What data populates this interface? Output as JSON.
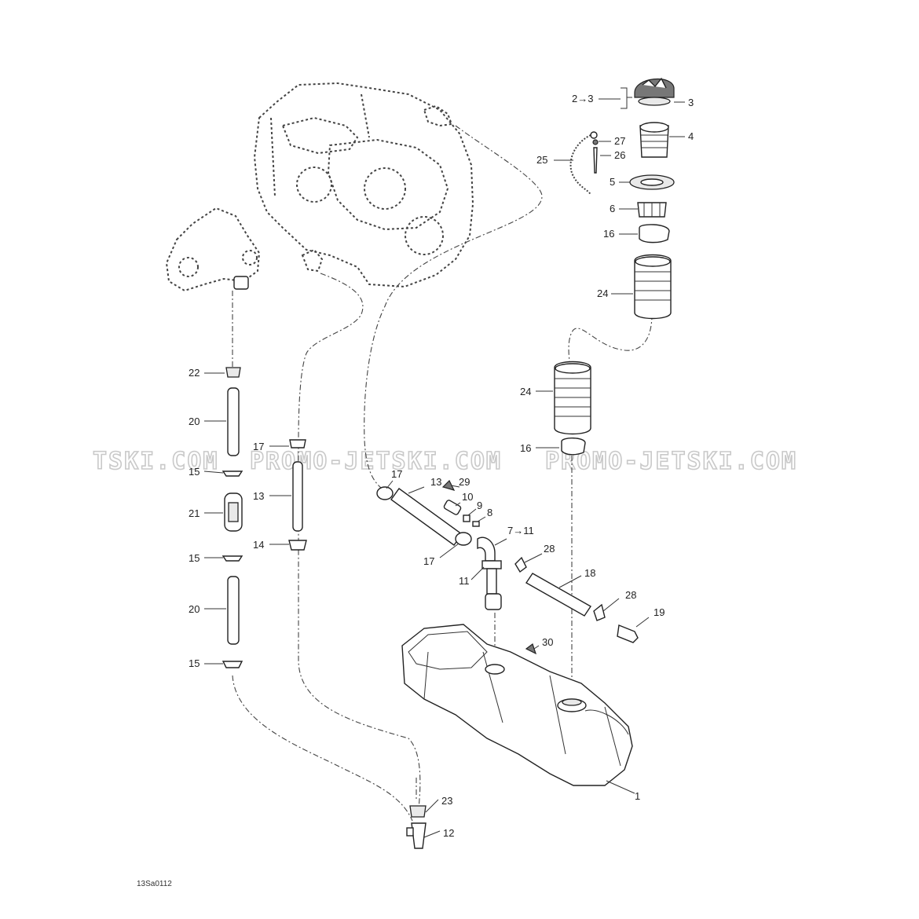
{
  "watermark": {
    "left_fragment": "TSKI.COM",
    "middle": "PROMO-JETSKI.COM",
    "right": "PROMO-JETSKI.COM"
  },
  "reference_code": "13Sa0112",
  "callouts": {
    "c_2to3": "2→3",
    "c3": "3",
    "c4": "4",
    "c27": "27",
    "c26": "26",
    "c25": "25",
    "c5": "5",
    "c6": "6",
    "c16_top": "16",
    "c24_top": "24",
    "c22": "22",
    "c20_upper": "20",
    "c15_upper": "15",
    "c21": "21",
    "c15_mid": "15",
    "c20_lower": "20",
    "c15_lower": "15",
    "c17_left": "17",
    "c13_left": "13",
    "c14": "14",
    "c24_mid": "24",
    "c16_mid": "16",
    "c17_right": "17",
    "c13_right": "13",
    "c29": "29",
    "c10": "10",
    "c9": "9",
    "c8": "8",
    "c7to11": "7→11",
    "c28_upper": "28",
    "c17_lower": "17",
    "c11": "11",
    "c18": "18",
    "c28_lower": "28",
    "c19": "19",
    "c30": "30",
    "c1": "1",
    "c23": "23",
    "c12": "12"
  }
}
